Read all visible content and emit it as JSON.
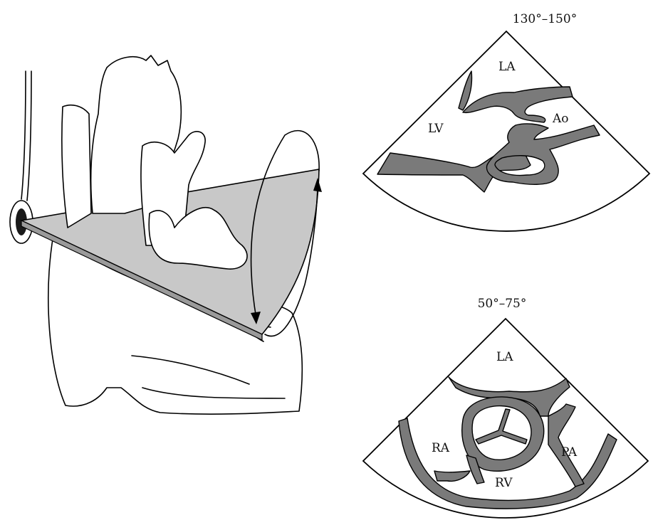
{
  "colors": {
    "imaging_plane": "#c8c8c8",
    "tissue_wall": "#7a7a7a",
    "outline": "#000000",
    "transducer": "#1a1a1a"
  },
  "icons": {
    "probe": "tee-probe-icon",
    "rotation": "rotation-arrow-icon"
  },
  "upper_view": {
    "angle_label": "130°–150°",
    "labels": {
      "la": "LA",
      "lv": "LV",
      "ao": "Ao"
    }
  },
  "lower_view": {
    "angle_label": "50°–75°",
    "labels": {
      "la": "LA",
      "ra": "RA",
      "pa": "PA",
      "rv": "RV"
    }
  }
}
